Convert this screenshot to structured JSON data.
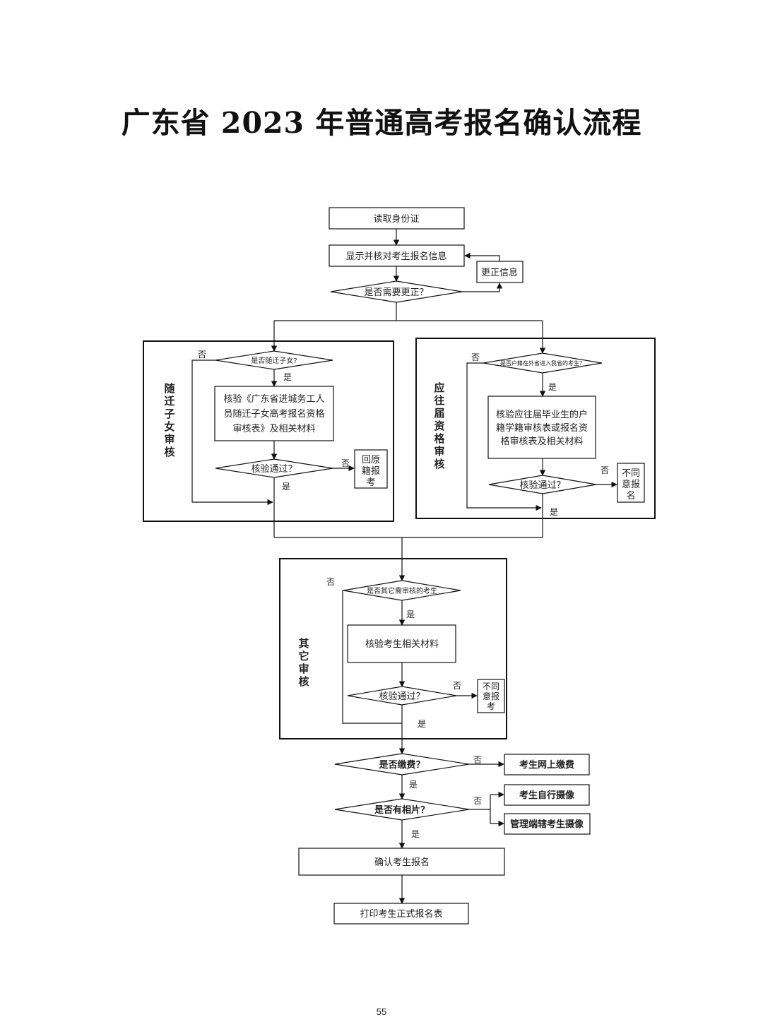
{
  "title": "广东省 2023 年普通高考报名确认流程",
  "page_number": "55",
  "nodes": {
    "read_id": "读取身份证",
    "show_info": "显示并核对考生报名信息",
    "correct_info": "更正信息",
    "need_correct": "是否需要更正？",
    "mig_q": "是否随迁子女?",
    "mig_verify": [
      "核验《广东省进城务工人",
      "员随迁子女高考报名资格",
      "审核表》及相关材料"
    ],
    "mig_pass": "核验通过？",
    "mig_return": [
      "回原",
      "籍报",
      "考"
    ],
    "fresh_q": "是否户籍在外省进入我省的考生？",
    "fresh_verify": [
      "核验应往届毕业生的户",
      "籍学籍审核表或报名资",
      "格审核表及相关材料"
    ],
    "fresh_pass": "核验通过？",
    "fresh_reject": [
      "不同",
      "意报",
      "名"
    ],
    "other_q": "是否其它需审核的考生",
    "other_verify": "核验考生相关材料",
    "other_pass": "核验通过？",
    "other_reject": [
      "不同",
      "意报",
      "考"
    ],
    "paid_q": "是否缴费？",
    "pay_online": "考生网上缴费",
    "photo_q": "是否有相片？",
    "self_photo": "考生自行摄像",
    "admin_photo": "管理端辖考生摄像",
    "confirm": "确认考生报名",
    "print": "打印考生正式报名表"
  },
  "sections": {
    "migrant": [
      "随",
      "迁",
      "子",
      "女",
      "审",
      "核"
    ],
    "fresh": [
      "应",
      "往",
      "届",
      "资",
      "格",
      "审",
      "核"
    ],
    "other": [
      "其",
      "它",
      "审",
      "核"
    ]
  },
  "labels": {
    "yes": "是",
    "no": "否"
  }
}
